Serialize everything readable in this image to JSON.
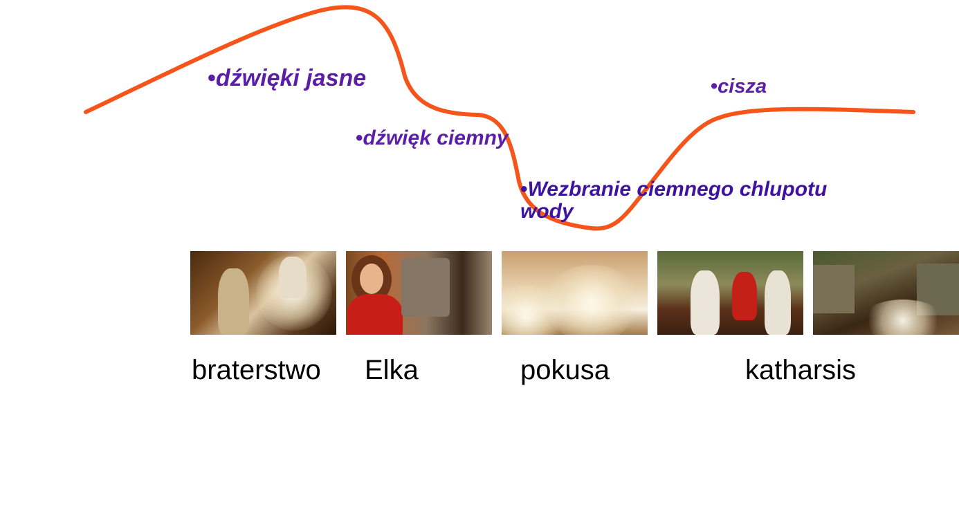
{
  "colors": {
    "curve": "#f5541a",
    "label_text": "#5a1fa6",
    "caption_text": "#000000",
    "background": "#ffffff"
  },
  "sound_labels": {
    "jasne": "dźwięki jasne",
    "ciemny": "dźwięk ciemny",
    "wezbranie_line1": "Wezbranie ciemnego chlupotu",
    "wezbranie_line2": "wody",
    "cisza": "cisza"
  },
  "bullet": "•",
  "frames": [
    {
      "depicts": "two boys splashing water"
    },
    {
      "depicts": "girl in red dress sitting by water"
    },
    {
      "depicts": "rushing water close-up"
    },
    {
      "depicts": "three children standing in water"
    },
    {
      "depicts": "empty stream by stone wall"
    }
  ],
  "captions": {
    "braterstwo": "braterstwo",
    "elka": "Elka",
    "pokusa": "pokusa",
    "katharsis": "katharsis"
  }
}
